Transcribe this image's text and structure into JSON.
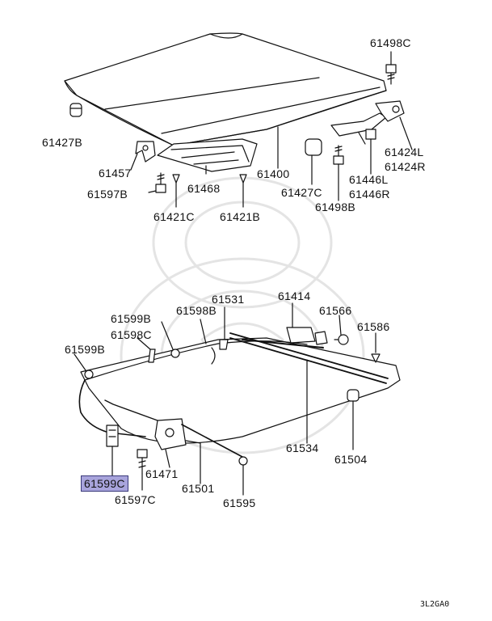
{
  "diagram": {
    "labels": {
      "p61498C_top": "61498C",
      "p61427B": "61427B",
      "p61457": "61457",
      "p61597B": "61597B",
      "p61468": "61468",
      "p61400": "61400",
      "p61421C": "61421C",
      "p61421B": "61421B",
      "p61427C": "61427C",
      "p61446L": "61446L",
      "p61446R": "61446R",
      "p61498B": "61498B",
      "p61424L": "61424L",
      "p61424R": "61424R",
      "p61531": "61531",
      "p61414": "61414",
      "p61566": "61566",
      "p61586": "61586",
      "p61599B_a": "61599B",
      "p61598B": "61598B",
      "p61598C": "61598C",
      "p61599B_b": "61599B",
      "p61534": "61534",
      "p61504": "61504",
      "p61471": "61471",
      "p61501": "61501",
      "p61595": "61595",
      "p61599C": "61599C",
      "p61597C": "61597C"
    },
    "highlighted_part": "61599C",
    "highlight_color": "#a8a4dc",
    "figure_code": "3L2GA0"
  }
}
